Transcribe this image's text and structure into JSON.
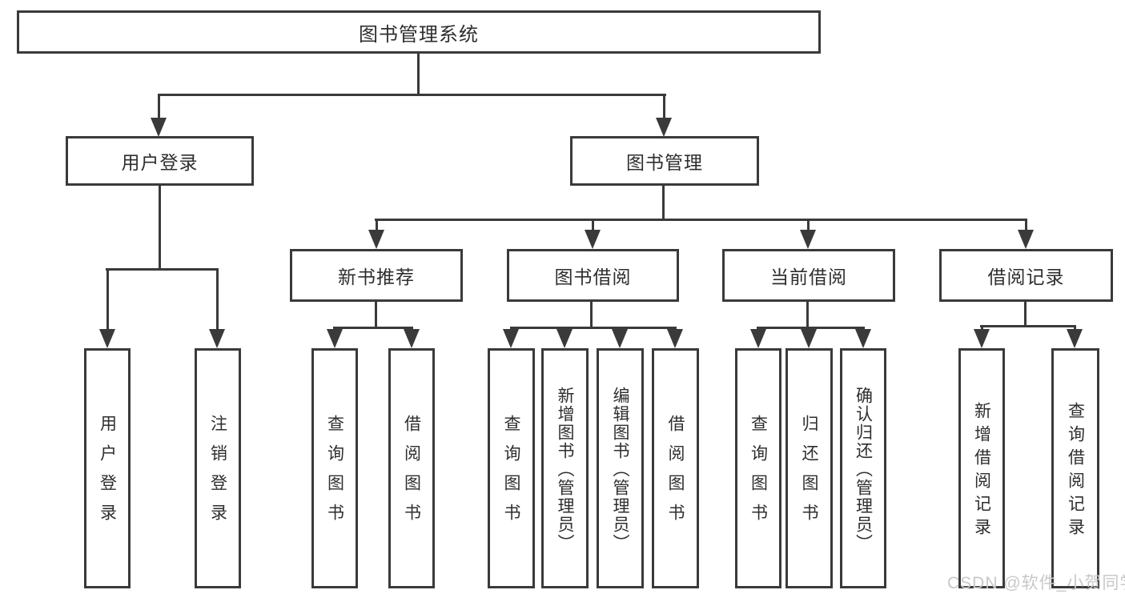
{
  "diagram": {
    "type": "hierarchy-tree",
    "tree": {
      "label": "图书管理系统",
      "children": [
        {
          "label": "用户登录",
          "children": [
            {
              "label": "用户登录"
            },
            {
              "label": "注销登录"
            }
          ]
        },
        {
          "label": "图书管理",
          "children": [
            {
              "label": "新书推荐",
              "children": [
                {
                  "label": "查询图书"
                },
                {
                  "label": "借阅图书"
                }
              ]
            },
            {
              "label": "图书借阅",
              "children": [
                {
                  "label": "查询图书"
                },
                {
                  "label": "新增图书（管理员）"
                },
                {
                  "label": "编辑图书（管理员）"
                },
                {
                  "label": "借阅图书"
                }
              ]
            },
            {
              "label": "当前借阅",
              "children": [
                {
                  "label": "查询图书"
                },
                {
                  "label": "归还图书"
                },
                {
                  "label": "确认归还（管理员）"
                }
              ]
            },
            {
              "label": "借阅记录",
              "children": [
                {
                  "label": "新增借阅记录"
                },
                {
                  "label": "查询借阅记录"
                }
              ]
            }
          ]
        }
      ]
    }
  },
  "watermark": "CSDN @软件_小贺同学",
  "colors": {
    "background": "#ffffff",
    "box_border": "#3a3a3a",
    "connector": "#3a3a3a",
    "text": "#2e2e2e",
    "watermark_text": "#c8c8c8"
  }
}
